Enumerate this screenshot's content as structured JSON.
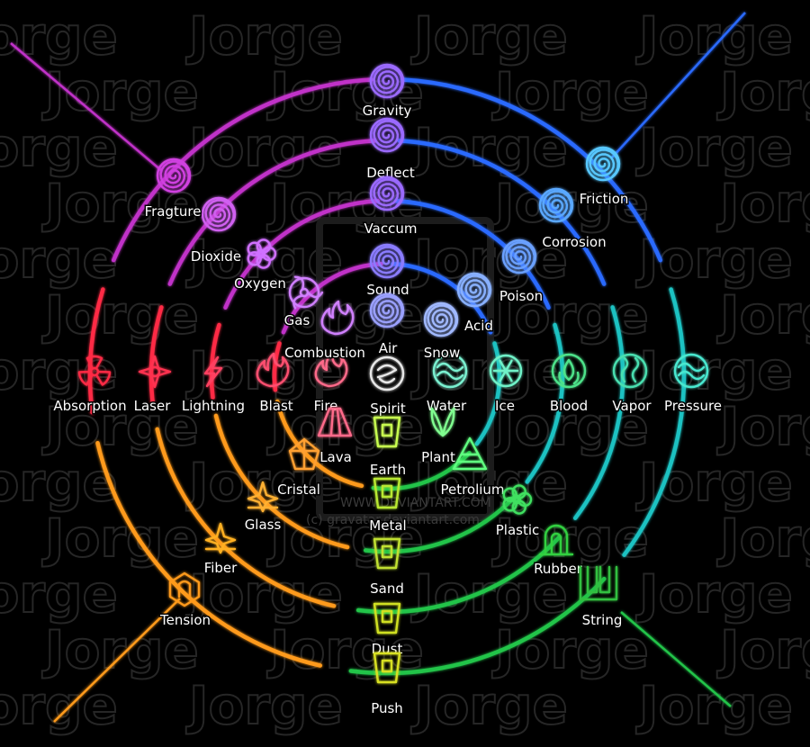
{
  "watermark": "Jorge",
  "footer_lines": [
    "WWW.DEVIANTART.COM",
    "(c) gravatar.deviantart.com"
  ],
  "colors": {
    "violet": "#9b4dff",
    "blue": "#2b6bff",
    "teal": "#1fc2c2",
    "green": "#22c44a",
    "lime": "#b6d82a",
    "orange": "#ff9a1a",
    "red": "#ff2a44",
    "magenta": "#c030c8",
    "icon_fire": "#ff6a8a",
    "icon_air": "#b4a0ff",
    "icon_water": "#7af0d0",
    "icon_earth": "#c8ff50"
  },
  "nodes": [
    {
      "label": "Gravity",
      "icon": "spiral-icon",
      "color": "#9b6bff"
    },
    {
      "label": "Deflect",
      "icon": "spiral-icon",
      "color": "#9b6bff"
    },
    {
      "label": "Vaccum",
      "icon": "spiral-icon",
      "color": "#9b6bff"
    },
    {
      "label": "Sound",
      "icon": "spiral-icon",
      "color": "#8a7bff"
    },
    {
      "label": "Air",
      "icon": "spiral-icon",
      "color": "#9aa0ff"
    },
    {
      "label": "Spirit",
      "icon": "swirl-circle-icon",
      "color": "#e8e8e8"
    },
    {
      "label": "Water",
      "icon": "wave-circle-icon",
      "color": "#7af0d0"
    },
    {
      "label": "Ice",
      "icon": "snowflake-icon",
      "color": "#6ff2c8"
    },
    {
      "label": "Blood",
      "icon": "drop-circle-icon",
      "color": "#4ee38a"
    },
    {
      "label": "Vapor",
      "icon": "steam-circle-icon",
      "color": "#4adfb0"
    },
    {
      "label": "Pressure",
      "icon": "wave-circle-icon",
      "color": "#4ae8d0"
    },
    {
      "label": "Fire",
      "icon": "flame-icon",
      "color": "#ff6a8a"
    },
    {
      "label": "Blast",
      "icon": "flame-icon",
      "color": "#ff5070"
    },
    {
      "label": "Lightning",
      "icon": "bolt-icon",
      "color": "#ff4060"
    },
    {
      "label": "Laser",
      "icon": "star-burst-icon",
      "color": "#ff3050"
    },
    {
      "label": "Absorption",
      "icon": "fan-icon",
      "color": "#ff2a44"
    },
    {
      "label": "Earth",
      "icon": "earth-glyph-icon",
      "color": "#c8ff50"
    },
    {
      "label": "Metal",
      "icon": "earth-glyph-icon",
      "color": "#b8e830"
    },
    {
      "label": "Sand",
      "icon": "earth-glyph-icon",
      "color": "#c0e030"
    },
    {
      "label": "Dust",
      "icon": "earth-glyph-icon",
      "color": "#d0e020"
    },
    {
      "label": "Push",
      "icon": "earth-glyph-icon",
      "color": "#d8e020"
    },
    {
      "label": "Lava",
      "icon": "volcano-icon",
      "color": "#ff6a8a"
    },
    {
      "label": "Cristal",
      "icon": "crystal-icon",
      "color": "#ffa030"
    },
    {
      "label": "Glass",
      "icon": "shard-icon",
      "color": "#ffb030"
    },
    {
      "label": "Fiber",
      "icon": "shard-icon",
      "color": "#ffb020"
    },
    {
      "label": "Tension",
      "icon": "knot-icon",
      "color": "#ff9a1a"
    },
    {
      "label": "Plant",
      "icon": "leaf-icon",
      "color": "#80ff90"
    },
    {
      "label": "Petrolium",
      "icon": "pyramid-icon",
      "color": "#60ff80"
    },
    {
      "label": "Plastic",
      "icon": "flower-icon",
      "color": "#40e060"
    },
    {
      "label": "Rubber",
      "icon": "loop-icon",
      "color": "#30d040"
    },
    {
      "label": "String",
      "icon": "double-u-icon",
      "color": "#30c040"
    },
    {
      "label": "Snow",
      "icon": "spiral-icon",
      "color": "#a0b8ff"
    },
    {
      "label": "Acid",
      "icon": "spiral-icon",
      "color": "#88b0ff"
    },
    {
      "label": "Poison",
      "icon": "spiral-icon",
      "color": "#6aa0ff"
    },
    {
      "label": "Corrosion",
      "icon": "spiral-icon",
      "color": "#5aa8ff"
    },
    {
      "label": "Friction",
      "icon": "spiral-icon",
      "color": "#58c8ff"
    },
    {
      "label": "Combustion",
      "icon": "flame-icon",
      "color": "#d080ff"
    },
    {
      "label": "Gas",
      "icon": "triskelion-icon",
      "color": "#d080ff"
    },
    {
      "label": "Oxygen",
      "icon": "flower-icon",
      "color": "#d070ff"
    },
    {
      "label": "Dioxide",
      "icon": "spiral-icon",
      "color": "#d060f0"
    },
    {
      "label": "Fragture",
      "icon": "spiral-icon",
      "color": "#d040e0"
    }
  ]
}
